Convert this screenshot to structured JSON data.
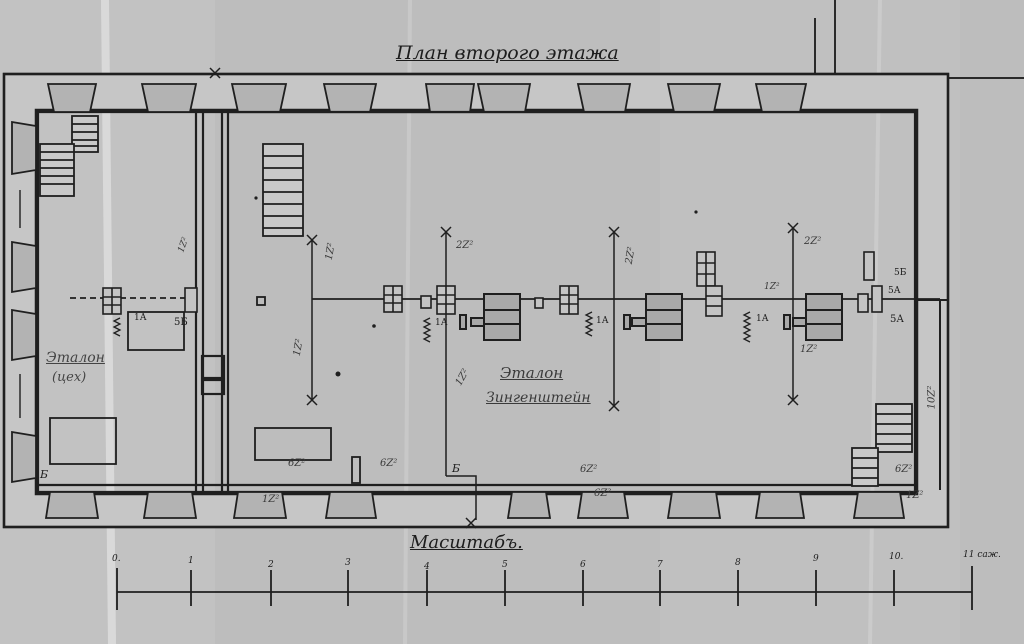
{
  "plan": {
    "title": "План второго этажа",
    "scale_label": "Масштабъ.",
    "scale_ticks": [
      "0.",
      "1",
      "2",
      "3",
      "4",
      "5",
      "6",
      "7",
      "8",
      "9",
      "10.",
      "11 саж."
    ],
    "left_room_label": [
      "Эталон",
      "(цех)"
    ],
    "main_room_label": [
      "Эталон",
      "Зингенштейн"
    ],
    "machine_labels": [
      "1А",
      "5Б",
      "1А",
      "1А",
      "1А",
      "5А",
      "5А",
      "5Б"
    ],
    "pencil_marks": [
      "1Z²",
      "2Z²",
      "2Z²",
      "2Z²",
      "1Z²",
      "1Z²",
      "1Z²",
      "1Z²",
      "6Z²",
      "6Z²",
      "1Z²",
      "6Z²",
      "1Z²",
      "10Z²",
      "1Z²",
      "6Z²",
      "6Z²",
      "Б",
      "Б"
    ]
  }
}
